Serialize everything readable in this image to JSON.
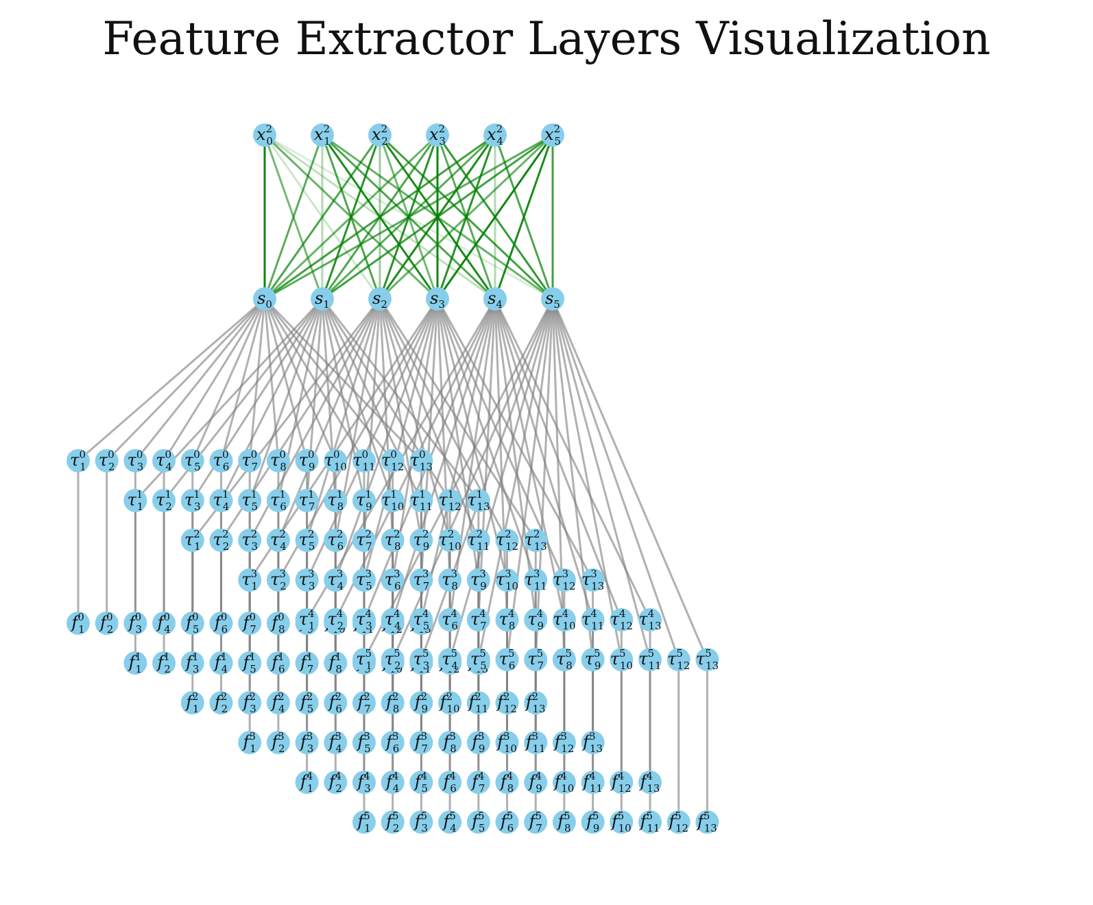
{
  "title": "Feature Extractor Layers Visualization",
  "colors": {
    "node": "#87ceeb",
    "attention_edge": "#008000",
    "branch_edge": "#808080",
    "background": "#ffffff",
    "text": "#111111"
  },
  "layers": {
    "inputs": {
      "symbol": "x",
      "superscript": "2",
      "indices": [
        0,
        1,
        2,
        3,
        4,
        5
      ]
    },
    "states": {
      "symbol": "s",
      "indices": [
        0,
        1,
        2,
        3,
        4,
        5
      ]
    },
    "taus": {
      "symbol": "τ",
      "sub_indices": [
        1,
        2,
        3,
        4,
        5,
        6,
        7,
        8,
        9,
        10,
        11,
        12,
        13
      ]
    },
    "features": {
      "symbol": "f",
      "sub_indices": [
        1,
        2,
        3,
        4,
        5,
        6,
        7,
        8,
        9,
        10,
        11,
        12,
        13
      ]
    }
  },
  "branches": [
    0,
    1,
    2,
    3,
    4,
    5
  ],
  "attention_edges": [
    {
      "from": 0,
      "to": 0,
      "strength": 0.95
    },
    {
      "from": 0,
      "to": 1,
      "strength": 0.55
    },
    {
      "from": 0,
      "to": 2,
      "strength": 0.2
    },
    {
      "from": 0,
      "to": 3,
      "strength": 0.6
    },
    {
      "from": 0,
      "to": 4,
      "strength": 0.25
    },
    {
      "from": 0,
      "to": 5,
      "strength": 0.15
    },
    {
      "from": 1,
      "to": 0,
      "strength": 0.65
    },
    {
      "from": 1,
      "to": 1,
      "strength": 0.3
    },
    {
      "from": 1,
      "to": 2,
      "strength": 0.7
    },
    {
      "from": 1,
      "to": 3,
      "strength": 0.9
    },
    {
      "from": 1,
      "to": 4,
      "strength": 0.7
    },
    {
      "from": 1,
      "to": 5,
      "strength": 0.6
    },
    {
      "from": 2,
      "to": 0,
      "strength": 0.7
    },
    {
      "from": 2,
      "to": 1,
      "strength": 0.85
    },
    {
      "from": 2,
      "to": 2,
      "strength": 0.4
    },
    {
      "from": 2,
      "to": 3,
      "strength": 0.55
    },
    {
      "from": 2,
      "to": 4,
      "strength": 0.9
    },
    {
      "from": 2,
      "to": 5,
      "strength": 0.75
    },
    {
      "from": 3,
      "to": 0,
      "strength": 0.6
    },
    {
      "from": 3,
      "to": 1,
      "strength": 0.7
    },
    {
      "from": 3,
      "to": 2,
      "strength": 0.85
    },
    {
      "from": 3,
      "to": 3,
      "strength": 0.95
    },
    {
      "from": 3,
      "to": 4,
      "strength": 0.65
    },
    {
      "from": 3,
      "to": 5,
      "strength": 0.8
    },
    {
      "from": 4,
      "to": 0,
      "strength": 0.75
    },
    {
      "from": 4,
      "to": 1,
      "strength": 0.65
    },
    {
      "from": 4,
      "to": 2,
      "strength": 0.9
    },
    {
      "from": 4,
      "to": 3,
      "strength": 0.85
    },
    {
      "from": 4,
      "to": 4,
      "strength": 0.3
    },
    {
      "from": 4,
      "to": 5,
      "strength": 0.7
    },
    {
      "from": 5,
      "to": 0,
      "strength": 0.65
    },
    {
      "from": 5,
      "to": 1,
      "strength": 0.75
    },
    {
      "from": 5,
      "to": 2,
      "strength": 0.6
    },
    {
      "from": 5,
      "to": 3,
      "strength": 0.95
    },
    {
      "from": 5,
      "to": 4,
      "strength": 0.9
    },
    {
      "from": 5,
      "to": 5,
      "strength": 0.75
    }
  ]
}
